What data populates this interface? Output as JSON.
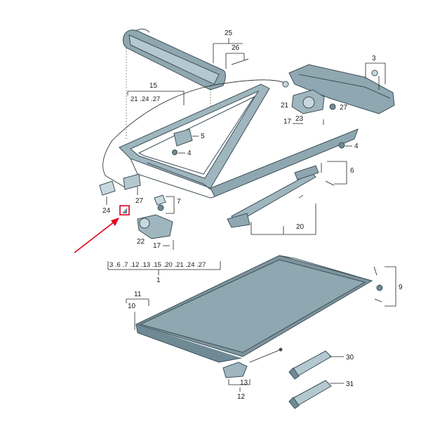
{
  "title": "",
  "colors": {
    "part_fill": "#9fb6bf",
    "part_dark": "#6f8a94",
    "part_light": "#c9d8de",
    "stroke": "#3d4f57",
    "highlight": "#e0001a",
    "arrow": "#e0001a"
  },
  "labels": {
    "n1": "1",
    "n1_list": "3 .6 .7 .12 .13 .15 .20 .21 .24 .27",
    "n3": "3",
    "n4a": "4",
    "n4b": "4",
    "n5": "5",
    "n6": "6",
    "n7": "7",
    "n9": "9",
    "n10": "10",
    "n11": "11",
    "n12": "12",
    "n13": "13",
    "n15": "15",
    "n15_list": "21 .24 .27",
    "n17a": "17",
    "n17b": "17",
    "n20": "20",
    "n21": "21",
    "n22": "22",
    "n23": "23",
    "n24": "24",
    "n25": "25",
    "n26": "26",
    "n27": "27",
    "n30": "30",
    "n31": "31"
  },
  "highlight_part": "connector-plug-highlighted",
  "icons": {
    "arrow": "red-pointer-arrow"
  }
}
